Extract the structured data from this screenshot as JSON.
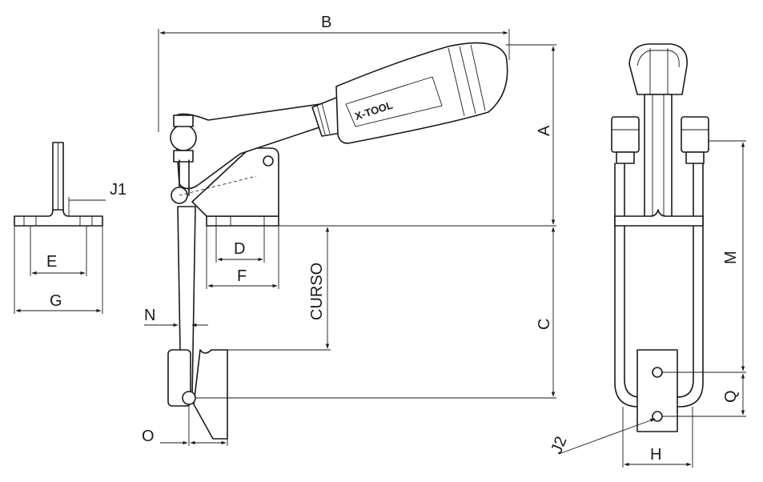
{
  "labels": {
    "A": "A",
    "B": "B",
    "C": "C",
    "D": "D",
    "E": "E",
    "F": "F",
    "G": "G",
    "H": "H",
    "J1": "J1",
    "J2": "J2",
    "M": "M",
    "N": "N",
    "O": "O",
    "Q": "Q",
    "stroke": "CURSO"
  },
  "handle_logo": "X-TOOL"
}
